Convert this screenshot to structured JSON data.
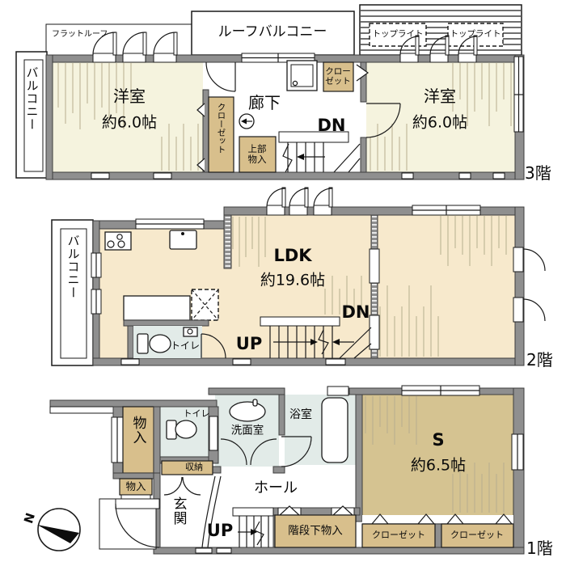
{
  "plan": {
    "floor3": {
      "label": "3階",
      "flat_roof": "フラットルーフ",
      "roof_balcony": "ルーフバルコニー",
      "toplight_left": "トップライト",
      "toplight_right": "トップライト",
      "balcony": "バルコニー",
      "room_left_name": "洋室",
      "room_left_size": "約6.0帖",
      "closet_left": "クローゼット",
      "corridor": "廊下",
      "closet_right": "クロー\nゼット",
      "upper_storage": "上部\n物入",
      "dn": "DN",
      "room_right_name": "洋室",
      "room_right_size": "約6.0帖"
    },
    "floor2": {
      "label": "2階",
      "balcony": "バルコニー",
      "ldk_name": "LDK",
      "ldk_size": "約19.6帖",
      "toilet": "トイレ",
      "up": "UP",
      "dn": "DN"
    },
    "floor1": {
      "label": "1階",
      "storage_tall": "物入",
      "storage_small": "物入",
      "toilet": "トイレ",
      "washroom": "洗面室",
      "bathroom": "浴室",
      "storage_shuno": "収納",
      "entrance": "玄関",
      "hall": "ホール",
      "up": "UP",
      "under_stair_storage": "階段下物入",
      "closet_a": "クローゼット",
      "closet_b": "クローゼット",
      "service_room_name": "S",
      "service_room_size": "約6.5帖",
      "compass_north": "N"
    },
    "colors": {
      "wall_gray": "#8f8f8f",
      "room_cream": "#f5f3de",
      "room_wheat": "#f7e9cc",
      "room_khaki": "#d5c391",
      "closet_tan": "#d8bf8c",
      "service_blue": "#e2ebe8",
      "hatch_olive": "#b6ae8e"
    }
  }
}
